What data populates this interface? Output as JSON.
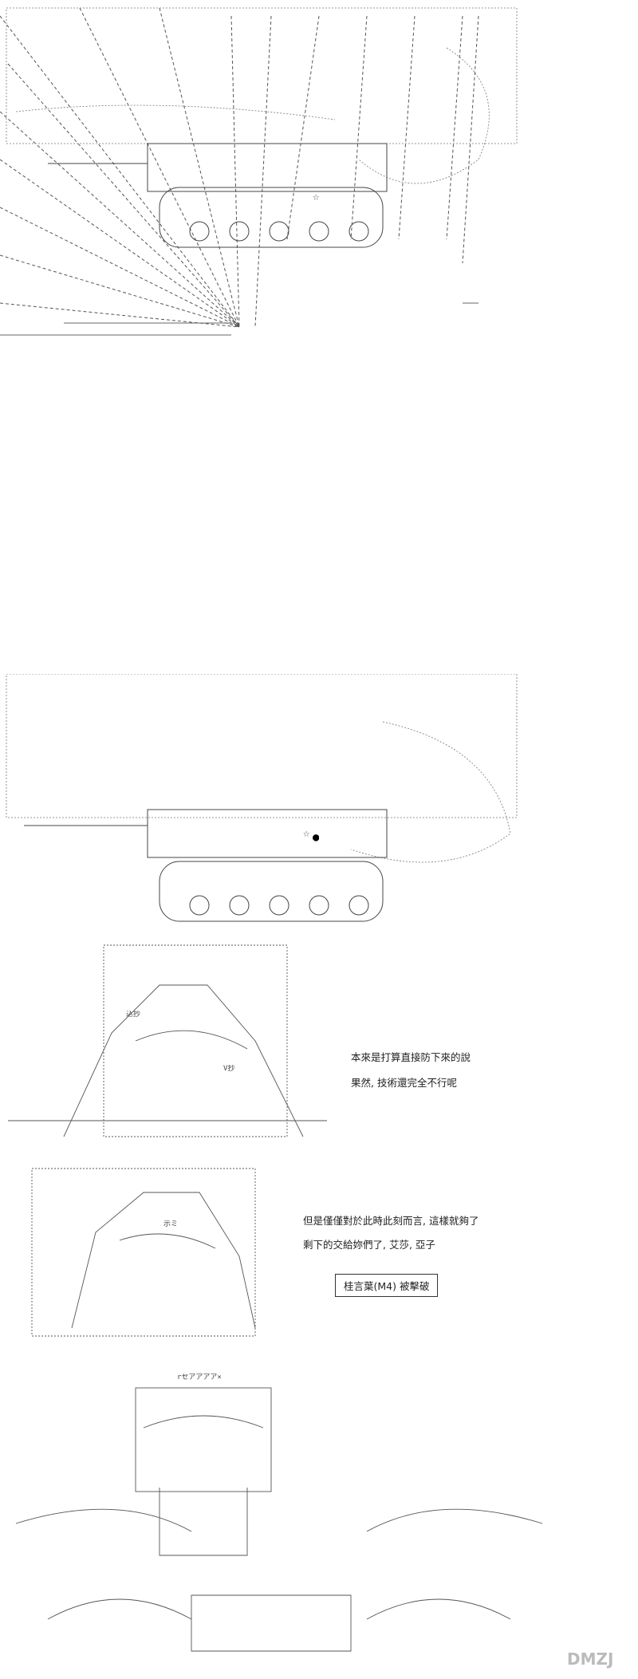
{
  "captions": {
    "panel4_line1": "本來是打算直接防下來的說",
    "panel4_line2": "果然, 技術還完全不行呢",
    "panel5_line1": "但是僅僅對於此時此刻而言, 這樣就夠了",
    "panel5_line2": "剩下的交給妳們了, 艾莎, 亞子",
    "panel5_box": "桂言葉(M4) 被擊破"
  },
  "art": {
    "panel4_art_text": "込抄",
    "panel4_art_text2": "V抄",
    "panel5_art_text": "示ミ",
    "panel6_header": "rセアアアア×",
    "tank_marks": "☆",
    "panel2_star": "☆",
    "panel3_star": "☆",
    "panel3_dot": "●"
  }
}
